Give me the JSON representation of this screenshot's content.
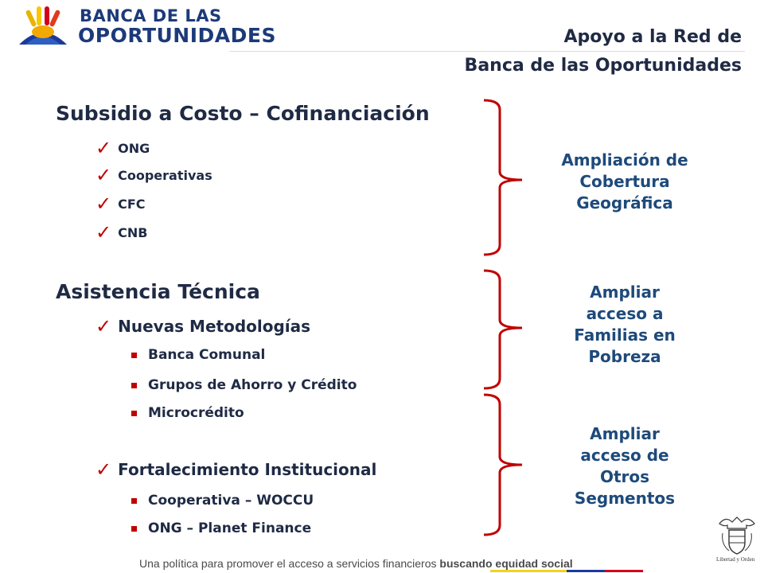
{
  "logo": {
    "line1": "BANCA DE LAS",
    "line2": "OPORTUNIDADES",
    "icon": "logo-hand-icon"
  },
  "header": {
    "title_line1": "Apoyo a la Red de",
    "title_line2": "Banca de las Oportunidades"
  },
  "section1": {
    "title": "Subsidio a Costo – Cofinanciación",
    "items": [
      "ONG",
      "Cooperativas",
      "CFC",
      "CNB"
    ]
  },
  "section2": {
    "title": "Asistencia Técnica",
    "group1": {
      "label": "Nuevas Metodologías",
      "items": [
        "Banca Comunal",
        "Grupos de Ahorro y Crédito",
        "Microcrédito"
      ]
    },
    "group2": {
      "label": "Fortalecimiento Institucional",
      "items": [
        "Cooperativa – WOCCU",
        "ONG – Planet Finance"
      ]
    }
  },
  "outcomes": [
    "Ampliación de\nCobertura\nGeográfica",
    "Ampliar\nacceso a\nFamilias en\nPobreza",
    "Ampliar\nacceso de\nOtros\nSegmentos"
  ],
  "footer": {
    "text_normal": "Una política para promover el acceso a servicios financieros ",
    "text_bold": "buscando equidad social",
    "crest_label": "Libertad y Orden"
  },
  "colors": {
    "accent_red": "#c00000",
    "navy": "#1f2a44",
    "blue_label": "#1e4a7b",
    "flag_yellow": "#f7d117",
    "flag_blue": "#1c3a9c",
    "flag_red": "#d4001c"
  }
}
